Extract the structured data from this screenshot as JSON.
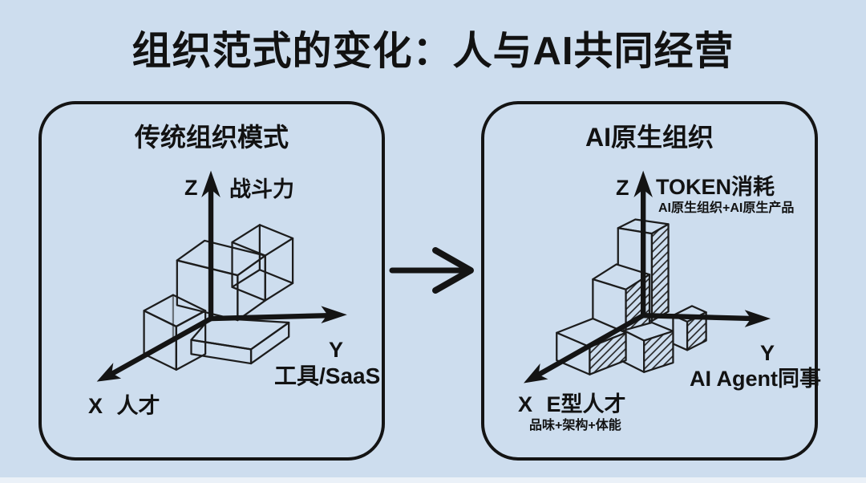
{
  "title": "组织范式的变化：人与AI共同经营",
  "colors": {
    "background": "#cdddee",
    "ink": "#141414"
  },
  "left_panel": {
    "title": "传统组织模式",
    "z_axis": {
      "letter": "Z",
      "label": "战斗力"
    },
    "y_axis": {
      "letter": "Y",
      "label": "工具/SaaS"
    },
    "x_axis": {
      "letter": "X",
      "label": "人才"
    }
  },
  "right_panel": {
    "title": "AI原生组织",
    "z_axis": {
      "letter": "Z",
      "label": "TOKEN消耗",
      "sublabel": "AI原生组织+AI原生产品"
    },
    "y_axis": {
      "letter": "Y",
      "label": "AI Agent同事"
    },
    "x_axis": {
      "letter": "X",
      "label": "E型人才",
      "sublabel": "品味+架构+体能"
    }
  }
}
